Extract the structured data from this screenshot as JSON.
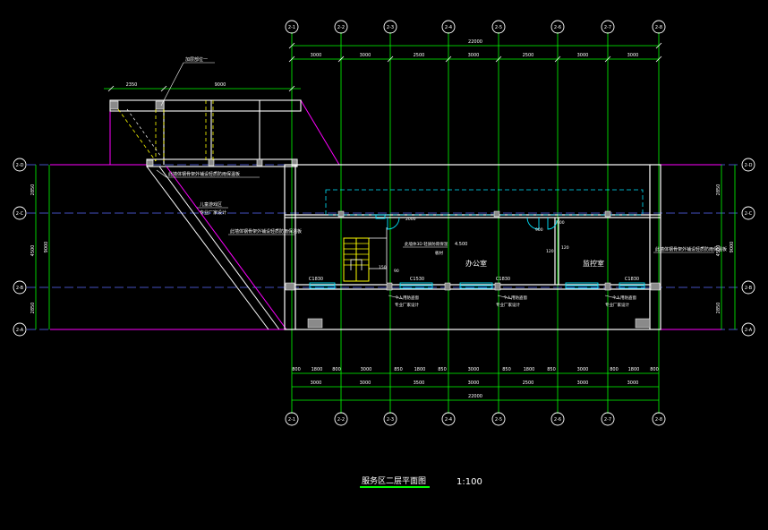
{
  "axes_x": [
    "2-1",
    "2-2",
    "2-3",
    "2-4",
    "2-5",
    "2-6",
    "2-7",
    "2-8"
  ],
  "axes_y": [
    "2-A",
    "2-B",
    "2-C",
    "2-D"
  ],
  "top_dims": {
    "total": "22000",
    "spans": [
      "3000",
      "3000",
      "2500",
      "3000",
      "2500",
      "3000",
      "3000"
    ],
    "left_ext": [
      "2350",
      "9000"
    ]
  },
  "bottom_dims": {
    "detail": [
      "800",
      "1800",
      "800",
      "3000",
      "850",
      "1800",
      "850",
      "3000",
      "850",
      "1800",
      "850",
      "3000",
      "800",
      "1800",
      "800"
    ],
    "spans": [
      "3000",
      "3000",
      "3500",
      "3000",
      "2500",
      "3000",
      "3000"
    ],
    "total": "22000"
  },
  "left_dims": {
    "parts": [
      "2850",
      "4500",
      "2850"
    ],
    "total": "9000"
  },
  "right_dims": {
    "parts": [
      "2850",
      "4500",
      "2850"
    ],
    "total": "9000"
  },
  "rooms": {
    "office": "办公室",
    "monitor": "监控室"
  },
  "level": "4.500",
  "windows": [
    "C1830",
    "C1530",
    "C1830",
    "C1830"
  ],
  "dims_misc": [
    "2000",
    "120",
    "900",
    "120",
    "900",
    "150",
    "90"
  ],
  "notes": {
    "top_callout": "加层部位一",
    "roof_note": "此墙体钢骨架外铺设轻质防雨保温板",
    "canopy_note1": "儿童游戏区",
    "canopy_note2": "专业厂家设计",
    "corridor_note": "此墙体钢骨架外铺设轻质防雨保温板",
    "right_note": "此墙体钢骨架外铺设轻质防雨保温板",
    "stair_note1": "此墙体3D 轻质防雨保温",
    "stair_note2": "板材",
    "win_note_a": "个人用防盗窗",
    "win_note_b": "专业厂家设计"
  },
  "title": {
    "main": "服务区二层平面图",
    "scale": "1:100"
  },
  "colors": {
    "axis": "#00ff00",
    "wall": "#ffffff",
    "magenta": "#ff00ff",
    "cyan": "#00e5ff",
    "yellow": "#ffff00",
    "blue": "#5b6cff"
  }
}
